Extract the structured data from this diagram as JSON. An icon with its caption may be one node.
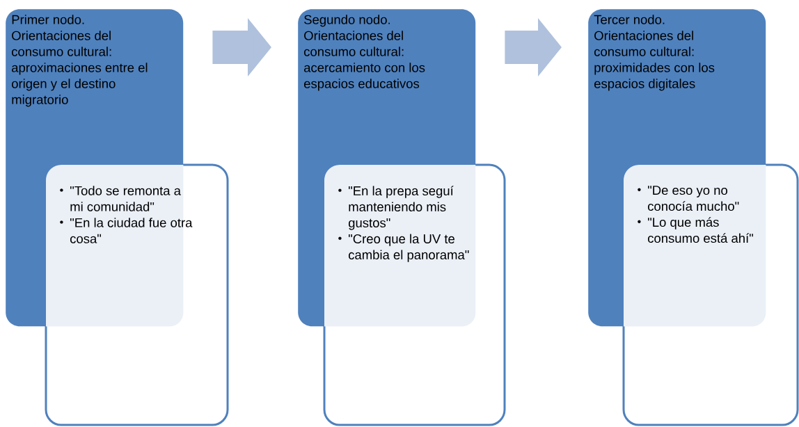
{
  "diagram": {
    "nodes": [
      {
        "text": [
          "Primer nodo. Orientaciones del consumo cultural: aproximaciones entre el origen y el destino migratorio"
        ]
      },
      {
        "text": [
          "\"Todo se remonta a mi comunidad\"",
          "\"En la ciudad fue otra cosa\""
        ]
      },
      {
        "text": [
          "Segundo nodo. Orientaciones del consumo cultural: acercamiento con los espacios educativos"
        ]
      },
      {
        "text": [
          "\"En la prepa seguí manteniendo mis gustos\"",
          "\"Creo que la UV te cambia el panorama\""
        ]
      },
      {
        "text": [
          "Tercer nodo. Orientaciones del consumo cultural: proximidades con los espacios digitales"
        ]
      },
      {
        "text": [
          "\"De eso yo no conocía mucho\"",
          "\"Lo que más consumo está ahí\""
        ]
      }
    ],
    "edges": [
      {
        "from": 0,
        "to": 2,
        "arrow": "to"
      },
      {
        "from": 2,
        "to": 4,
        "arrow": "to"
      }
    ]
  }
}
